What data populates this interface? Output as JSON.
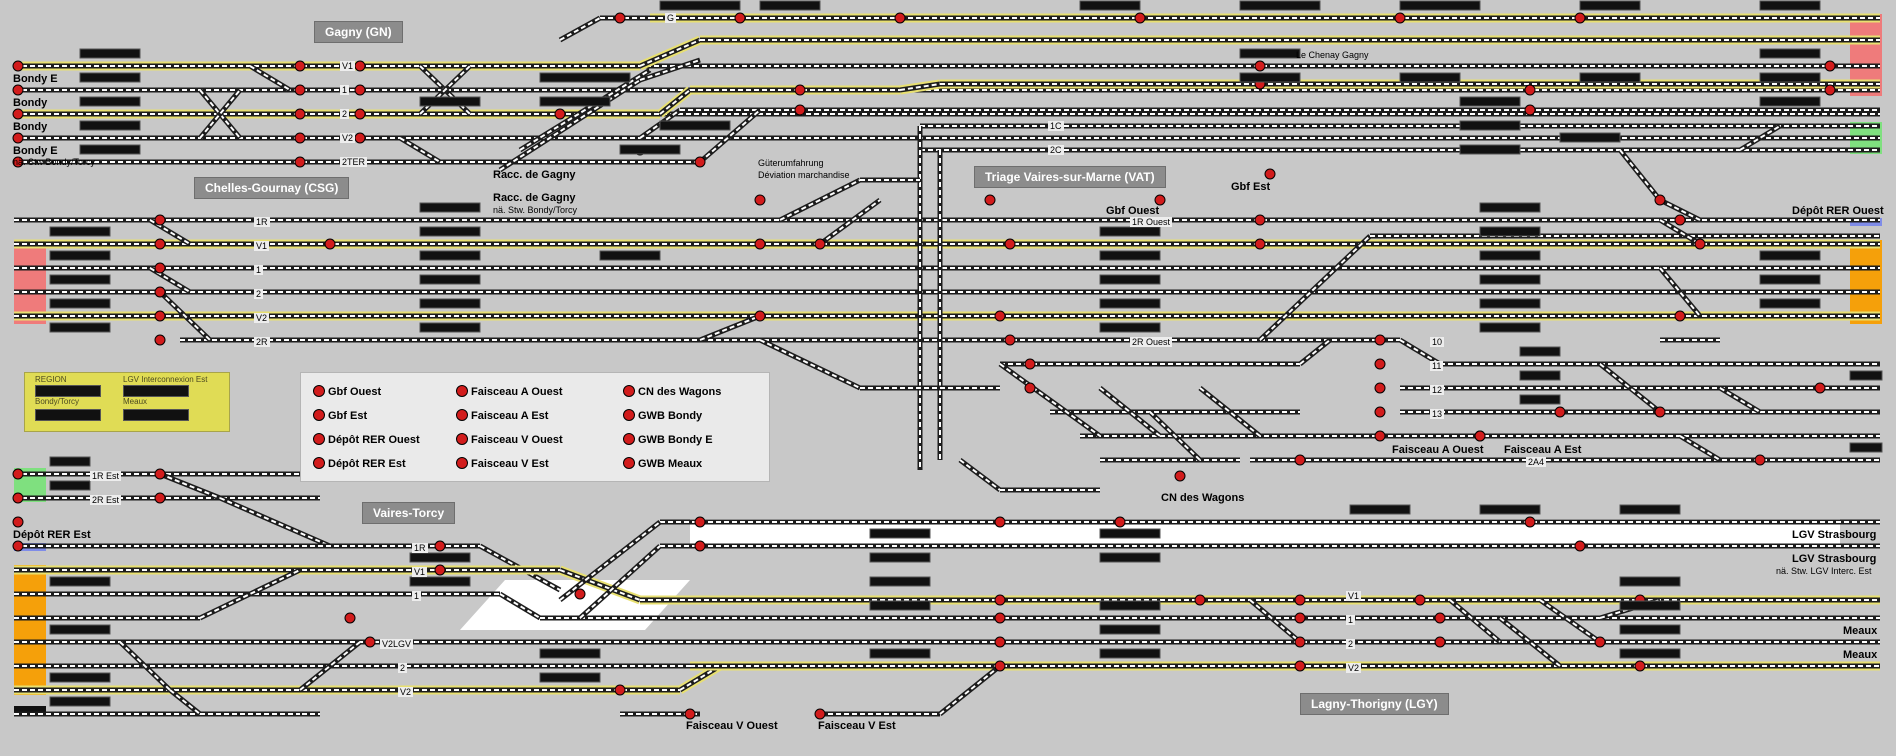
{
  "stations": {
    "gagny": "Gagny (GN)",
    "chelles": "Chelles-Gournay (CSG)",
    "vaires_torcy": "Vaires-Torcy",
    "triage": "Triage Vaires-sur-Marne (VAT)",
    "lagny": "Lagny-Thorigny (LGY)"
  },
  "labels": {
    "bondy_e1": "Bondy E",
    "bondy_1": "Bondy",
    "bondy_2": "Bondy",
    "bondy_e2": "Bondy E",
    "bondy_note": "nä. Stw Bondy/Torcy",
    "racc1": "Racc. de Gagny",
    "racc2": "Racc. de Gagny",
    "racc_note": "nä. Stw. Bondy/Torcy",
    "guter1": "Güterumfahrung",
    "guter2": "Déviation marchandise",
    "chenay": "Le Chenay Gagny",
    "gbf_est": "Gbf Est",
    "gbf_ouest": "Gbf Ouest",
    "depot_rer_ouest": "Dépôt RER Ouest",
    "depot_rer_est": "Dépôt RER Est",
    "fa_ouest": "Faisceau A Ouest",
    "fa_est": "Faisceau A Est",
    "cn_wagons": "CN des Wagons",
    "lgv1": "LGV Strasbourg",
    "lgv2": "LGV Strasbourg",
    "lgv_note": "nä. Stw. LGV Interc. Est",
    "meaux1": "Meaux",
    "meaux2": "Meaux",
    "fv_ouest": "Faisceau V Ouest",
    "fv_est": "Faisceau V Est"
  },
  "tracks": {
    "g": "G",
    "v1_top": "V1",
    "t1_top": "1",
    "t2_top": "2",
    "v2_top": "V2",
    "t2ter": "2TER",
    "t1c": "1C",
    "t2c": "2C",
    "t1r": "1R",
    "v1_mid": "V1",
    "t1_mid": "1",
    "t2_mid": "2",
    "v2_mid": "V2",
    "t2r": "2R",
    "t1r_ouest": "1R Ouest",
    "t2r_ouest": "2R Ouest",
    "t10": "10",
    "t11": "11",
    "t12": "12",
    "t13": "13",
    "t2a4": "2A4",
    "t1r_est": "1R Est",
    "t2r_est": "2R Est",
    "t1r_bot": "1R",
    "v1_bot": "V1",
    "t1_bot": "1",
    "v2lgv": "V2LGV",
    "t2_bot": "2",
    "v2_bot": "V2",
    "v1_lagny": "V1",
    "t1_lagny": "1",
    "t2_lagny": "2",
    "v2_lagny": "V2"
  },
  "legend": [
    {
      "label": "Gbf Ouest"
    },
    {
      "label": "Gbf Est"
    },
    {
      "label": "Dépôt RER Ouest"
    },
    {
      "label": "Dépôt RER Est"
    },
    {
      "label": "Faisceau A Ouest"
    },
    {
      "label": "Faisceau A Est"
    },
    {
      "label": "Faisceau V Ouest"
    },
    {
      "label": "Faisceau V Est"
    },
    {
      "label": "CN des Wagons"
    },
    {
      "label": "GWB Bondy"
    },
    {
      "label": "GWB Bondy E"
    },
    {
      "label": "GWB Meaux"
    }
  ],
  "region": {
    "region_label": "REGION",
    "lgv_label": "LGV Interconnexion Est",
    "bondy_label": "Bondy/Torcy",
    "meaux_label": "Meaux"
  },
  "colors": {
    "background": "#c8c8c8",
    "track": "#1c1c1c",
    "rail_tie": "#ffffff",
    "route_set": "#e8e070",
    "signal_red": "#d21c1c",
    "zone_red": "#ef7b7b",
    "zone_green": "#7fe07f",
    "zone_orange": "#f5a00a",
    "zone_blue": "#7f8ce8"
  }
}
